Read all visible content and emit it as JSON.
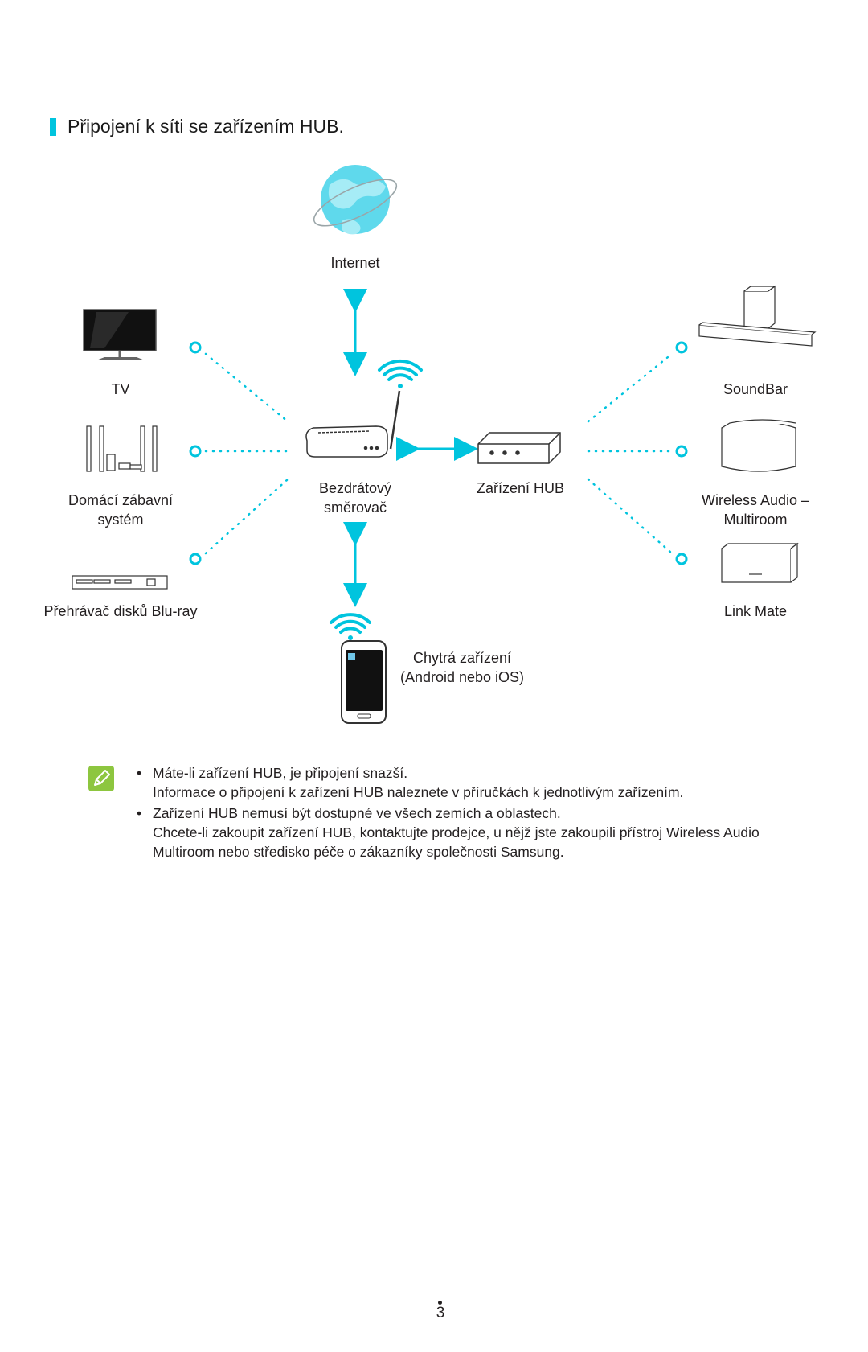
{
  "heading": {
    "title": "Připojení k síti se zařízením HUB."
  },
  "diagram": {
    "internet": "Internet",
    "tv": "TV",
    "home_theater": [
      "Domácí zábavní",
      "systém"
    ],
    "bluray": "Přehrávač disků Blu-ray",
    "router": [
      "Bezdrátový",
      "směrovač"
    ],
    "hub": "Zařízení HUB",
    "soundbar": "SoundBar",
    "wireless_audio": [
      "Wireless Audio –",
      "Multiroom"
    ],
    "link_mate": "Link Mate",
    "smart_device": [
      "Chytrá zařízení",
      "(Android nebo iOS)"
    ],
    "colors": {
      "accent": "#00c4de",
      "globe": "#5fd9ec",
      "note_icon": "#8dc63f"
    }
  },
  "notes": [
    {
      "lines": [
        "Máte-li zařízení HUB, je připojení snazší.",
        "Informace o připojení k zařízení HUB naleznete v příručkách k jednotlivým zařízením."
      ]
    },
    {
      "lines": [
        "Zařízení HUB nemusí být dostupné ve všech zemích a oblastech.",
        "Chcete-li zakoupit zařízení HUB, kontaktujte prodejce, u nějž jste zakoupili přístroj Wireless Audio",
        "Multiroom nebo středisko péče o zákazníky společnosti Samsung."
      ]
    }
  ],
  "page_number": "3"
}
